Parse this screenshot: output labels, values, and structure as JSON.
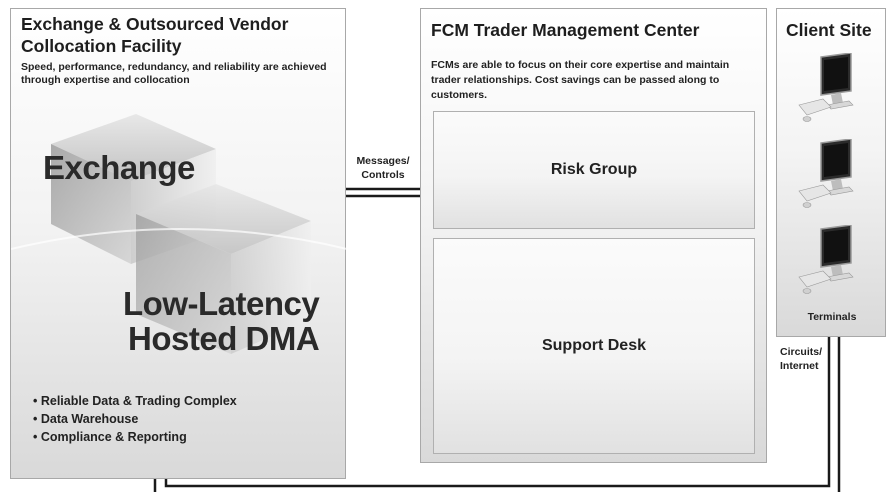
{
  "exchange_panel": {
    "title": "Exchange & Outsourced Vendor Collocation Facility",
    "subtitle": "Speed, performance, redundancy, and reliability are achieved through expertise and collocation",
    "cube_label_top": "Exchange",
    "cube_label_bottom_line1": "Low-Latency",
    "cube_label_bottom_line2": "Hosted DMA",
    "bullets": [
      "Reliable Data & Trading Complex",
      "Data Warehouse",
      "Compliance & Reporting"
    ]
  },
  "fcm_panel": {
    "title": "FCM Trader Management Center",
    "subtitle": "FCMs are able to focus on their core expertise and maintain trader relationships. Cost savings can be passed along to customers.",
    "risk_group": "Risk Group",
    "support_desk": "Support Desk"
  },
  "client_panel": {
    "title": "Client Site",
    "terminals_label": "Terminals",
    "computer_icons": [
      "computer-terminal-icon",
      "computer-terminal-icon",
      "computer-terminal-icon"
    ]
  },
  "connections": {
    "messages_line1": "Messages/",
    "messages_line2": "Controls",
    "circuits_line1": "Circuits/",
    "circuits_line2": "Internet"
  },
  "colors": {
    "panel_border": "#a8a8a8",
    "line": "#1a1a1a",
    "text": "#1e1e1e"
  }
}
